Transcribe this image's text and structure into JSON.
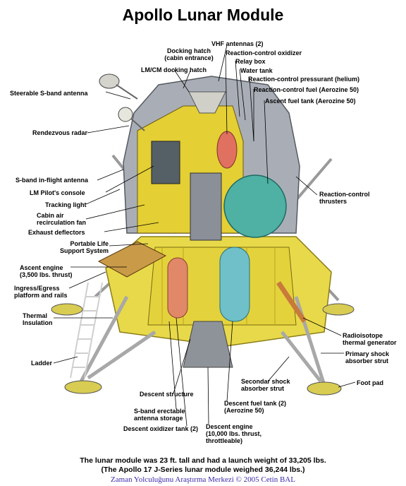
{
  "title": "Apollo Lunar Module",
  "labels": {
    "vhf_antennas": "VHF antennas (2)",
    "docking_hatch_1": "Docking hatch",
    "docking_hatch_2": "(cabin entrance)",
    "rcs_oxidizer": "Reaction-control oxidizer",
    "relay_box": "Relay box",
    "lm_cm_docking_hatch": "LM/CM docking hatch",
    "water_tank": "Water tank",
    "rcs_pressurant": "Reaction-control pressurant (helium)",
    "rcs_fuel": "Reaction-control fuel (Aerozine 50)",
    "steerable_antenna": "Steerable S-band antenna",
    "ascent_fuel_tank": "Ascent fuel tank (Aerozine 50)",
    "rendezvous_radar": "Rendezvous radar",
    "sband_inflight": "S-band in-flight antenna",
    "pilots_console": "LM Pilot's console",
    "rcs_thrusters_1": "Reaction-control",
    "rcs_thrusters_2": "thrusters",
    "tracking_light": "Tracking light",
    "cabin_fan_1": "Cabin air",
    "cabin_fan_2": "recirculation fan",
    "exhaust_deflectors": "Exhaust deflectors",
    "plss_1": "Portable Life",
    "plss_2": "Support System",
    "ascent_engine_1": "Ascent engine",
    "ascent_engine_2": "(3,500 lbs. thrust)",
    "ingress_1": "Ingress/Egress",
    "ingress_2": "platform and rails",
    "thermal_1": "Thermal",
    "thermal_2": "Insulation",
    "rtg_1": "Radioisotope",
    "rtg_2": "thermal generator",
    "primary_shock_1": "Primary shock",
    "primary_shock_2": "absorber strut",
    "ladder": "Ladder",
    "secondary_shock_1": "Secondar shock",
    "secondary_shock_2": "absorber strut",
    "foot_pad": "Foot pad",
    "descent_structure": "Descent structure",
    "descent_fuel_1": "Descent fuel tank (2)",
    "descent_fuel_2": "(Aerozine 50)",
    "sband_erectable_1": "S-band erectable",
    "sband_erectable_2": "antenna storage",
    "descent_oxidizer": "Descent oxidizer tank (2)",
    "descent_engine_1": "Descent engine",
    "descent_engine_2": "(10,000 lbs. thrust,",
    "descent_engine_3": "throttleable)"
  },
  "caption": {
    "line1": "The lunar module was 23 ft. tall and had a launch weight of 33,205 lbs.",
    "line2": "(The Apollo 17 J-Series lunar module weighed 36,244 lbs.)"
  },
  "credit": "Zaman Yolculuğunu Araştırma Merkezi © 2005 Cetin BAL",
  "colors": {
    "foil_yellow": "#e8d94a",
    "structure_yellow": "#e4d23c",
    "tank_teal": "#4fb0a4",
    "tank_salmon": "#e08868",
    "hull_grey": "#a9aeb6",
    "credit_blue": "#3a2aa8"
  }
}
